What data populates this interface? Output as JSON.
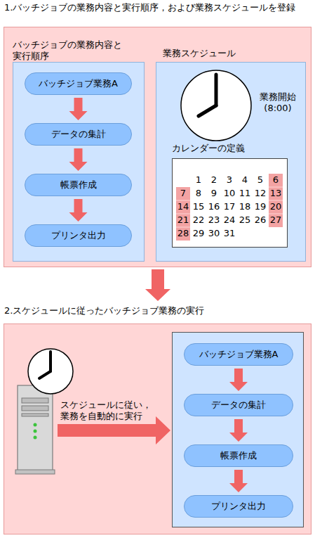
{
  "diagram": {
    "nodes": [
      {
        "text": [
          "1.バッチジョブの業務内容と実行順序，および業務スケジュールを登録"
        ]
      },
      {
        "text": [
          "バッチジョブの業務内容と実行順序"
        ],
        "in": 0
      },
      {
        "text": [
          "バッチジョブ業務A"
        ],
        "in": 1
      },
      {
        "text": [
          "データの集計"
        ],
        "in": 1
      },
      {
        "text": [
          "帳票作成"
        ],
        "in": 1
      },
      {
        "text": [
          "プリンタ出力"
        ],
        "in": 1
      },
      {
        "text": [
          "業務スケジュール"
        ],
        "in": 0
      },
      {
        "text": [
          "カレンダーの定義"
        ],
        "in": 6
      },
      {
        "text": [
          "2.スケジュールに従ったバッチジョブ業務の実行"
        ]
      },
      {
        "text": [],
        "in": 8
      },
      {
        "text": [
          "バッチジョブ業務A"
        ],
        "in": 9
      },
      {
        "text": [
          "データの集計"
        ],
        "in": 9
      },
      {
        "text": [
          "帳票作成"
        ],
        "in": 9
      },
      {
        "text": [
          "プリンタ出力"
        ],
        "in": 9
      }
    ],
    "edges": [
      {
        "from": 2,
        "to": 3,
        "arrow": "to"
      },
      {
        "from": 3,
        "to": 4,
        "arrow": "to"
      },
      {
        "from": 4,
        "to": 5,
        "arrow": "to"
      },
      {
        "from": 0,
        "to": 8,
        "arrow": "to"
      },
      {
        "from": 10,
        "to": 11,
        "arrow": "to"
      },
      {
        "from": 11,
        "to": 12,
        "arrow": "to"
      },
      {
        "from": 12,
        "to": 13,
        "arrow": "to"
      }
    ],
    "labels": [
      "業務開始 (8:00)",
      "1",
      "2",
      "3",
      "4",
      "5",
      "6",
      "7",
      "8",
      "9",
      "10",
      "11",
      "12",
      "13",
      "14",
      "15",
      "16",
      "17",
      "18",
      "19",
      "20",
      "21",
      "22",
      "23",
      "24",
      "25",
      "26",
      "27",
      "28",
      "29",
      "30",
      "31",
      "スケジュールに従い，業務を自動的に実行"
    ]
  }
}
